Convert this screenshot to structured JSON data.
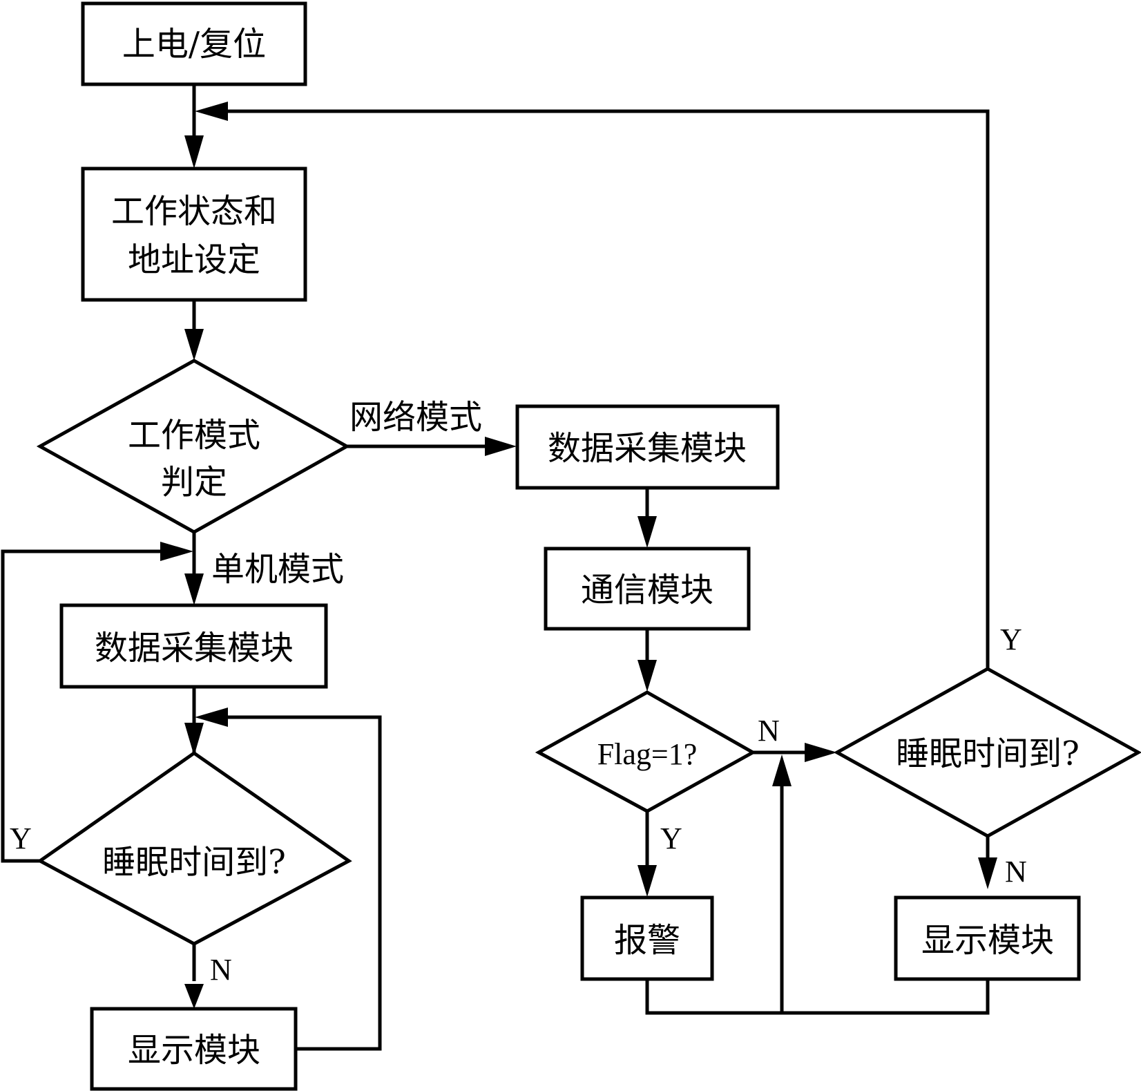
{
  "nodes": {
    "power_reset": "上电/复位",
    "config_line1": "工作状态和",
    "config_line2": "地址设定",
    "mode_line1": "工作模式",
    "mode_line2": "判定",
    "left_acquire": "数据采集模块",
    "left_sleep": "睡眠时间到?",
    "left_display": "显示模块",
    "right_acquire": "数据采集模块",
    "comm": "通信模块",
    "flag": "Flag=1?",
    "alarm": "报警",
    "right_sleep": "睡眠时间到?",
    "right_display": "显示模块"
  },
  "labels": {
    "network_mode": "网络模式",
    "standalone_mode": "单机模式",
    "left_sleep_yes": "Y",
    "left_sleep_no": "N",
    "flag_yes": "Y",
    "flag_no": "N",
    "right_sleep_yes": "Y",
    "right_sleep_no": "N"
  }
}
